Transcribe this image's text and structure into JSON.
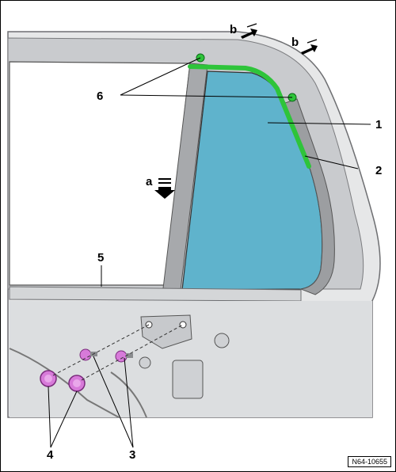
{
  "callouts": {
    "c1": "1",
    "c2": "2",
    "c3": "3",
    "c4": "4",
    "c5": "5",
    "c6": "6",
    "a": "a",
    "b1": "b",
    "b2": "b"
  },
  "document_id": "N64-10655",
  "colors": {
    "glass": "#5fb3cc",
    "seal": "#2ec43a",
    "clip": "#d77ad9",
    "door": "#e6e7e8",
    "door_shadow": "#b9bbbe",
    "line": "#000000"
  },
  "icons": {
    "direction_arrow_down": "down-arrow-icon",
    "direction_arrow_diag": "diagonal-arrow-icon"
  }
}
